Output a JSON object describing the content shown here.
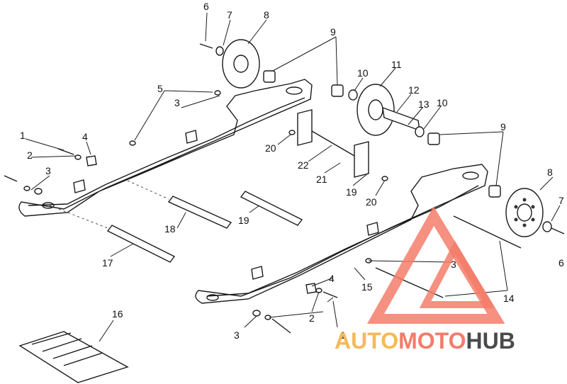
{
  "callouts": [
    "1",
    "2",
    "3",
    "4",
    "5",
    "6",
    "7",
    "8",
    "9",
    "10",
    "11",
    "12",
    "13",
    "14",
    "15",
    "16",
    "17",
    "18",
    "19",
    "20",
    "21",
    "22"
  ],
  "watermark": {
    "part1": "AUTO",
    "part2": "MOTO",
    "part3": "HUB",
    "color_primary": "#f47c6a",
    "color_secondary": "#f5b95a",
    "color_dark": "#4a4a4a"
  }
}
